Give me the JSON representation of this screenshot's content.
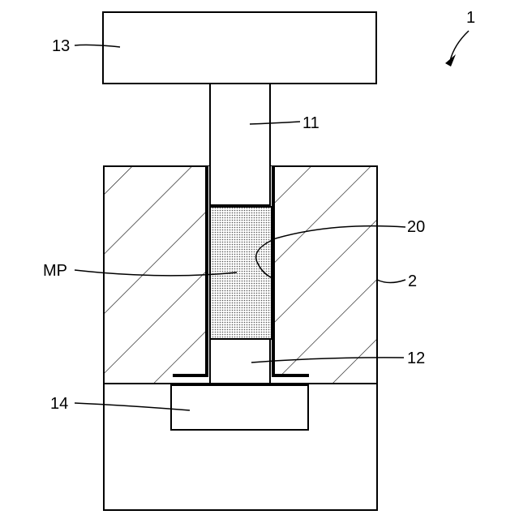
{
  "diagram": {
    "labels": {
      "assembly": "1",
      "die": "2",
      "upper_punch": "11",
      "lower_punch": "12",
      "press_upper": "13",
      "press_lower": "14",
      "compact": "20",
      "powder": "MP"
    },
    "colors": {
      "stroke": "#000000",
      "background": "#ffffff",
      "powder_fill": "#d9d9d9"
    }
  }
}
